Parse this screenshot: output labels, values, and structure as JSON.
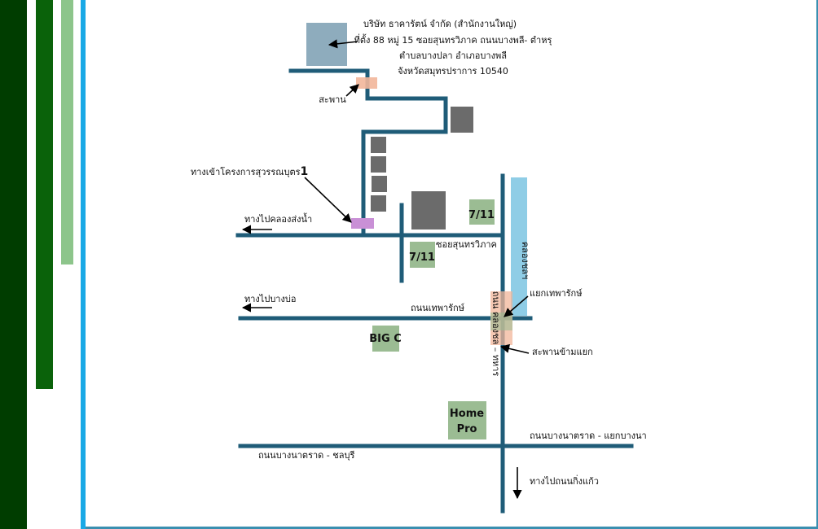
{
  "header": {
    "company_line": "บริษัท ธาคารัตน์ จำกัด (สำนักงานใหญ่)",
    "address_line1": "ที่ตั้ง 88 หมู่ 15 ซอยสุนทรวิภาค ถนนบางพลี- ตำหรุ",
    "address_line2": "ตำบลบางปลา อำเภอบางพลี",
    "address_line3": "จังหวัดสมุทรปราการ 10540"
  },
  "labels": {
    "bridge": "สะพาน",
    "project_entrance": "ทางเข้าโครงการสุวรรณบุตร",
    "project_entrance_number": "1",
    "to_pumping_canal": "ทางไปคลองส่งน้ำ",
    "soi_sunthonwiphak": "ซอยสุนทรวิภาค",
    "to_bang_bo": "ทางไปบางบ่อ",
    "thepharak_road": "ถนนเทพารักษ์",
    "canal_name": "คลองชลฯ",
    "thepharak_junction": "แยกเทพารักษ์",
    "bridge_over_junction": "สะพานข้ามแยก",
    "canal_road": "ถนน คลองชล – ทหาร",
    "bangna_trad_to_bangna": "ถนนบางนาตราด - แยกบางนา",
    "bangna_trad_to_chonburi": "ถนนบางนาตราด - ชลบุรี",
    "to_king_kaew": "ทางไปถนนกิ่งแก้ว"
  },
  "landmarks": {
    "seven_eleven_1": "7/11",
    "seven_eleven_2": "7/11",
    "big_c": "BIG C",
    "homepro_line1": "Home",
    "homepro_line2": "Pro"
  },
  "colors": {
    "road": "#1f5c78",
    "canal": "#8fcde6",
    "office": "#8eacbd",
    "building": "#6b6b6b",
    "shop": "#9bbc93",
    "bridge": "#f2b69a",
    "entrance": "#c990d6",
    "stripe_dark": "#003d00",
    "stripe_mid": "#0a620a",
    "stripe_light": "#8dc58b",
    "stripe_blue": "#1aa9e6"
  }
}
